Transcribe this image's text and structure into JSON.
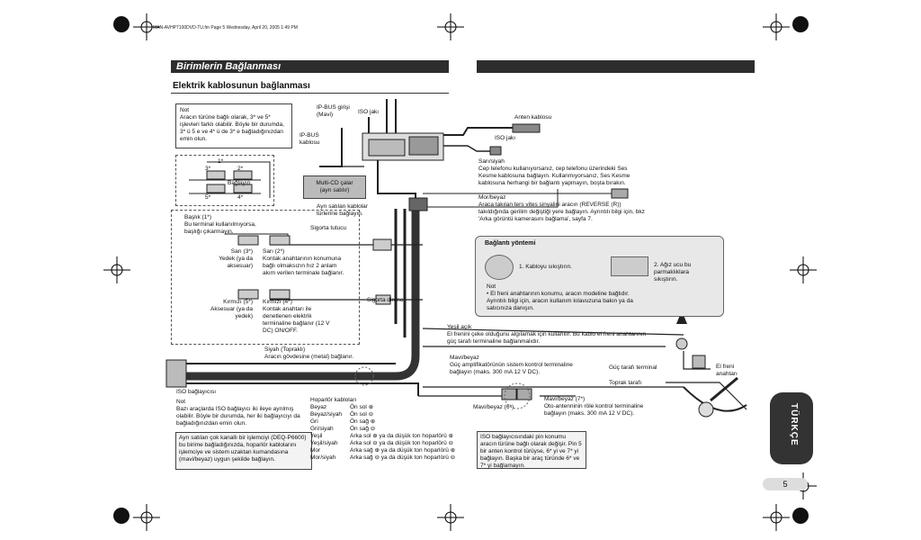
{
  "header": {
    "file_info": "MAN-AVHP7100DVD-TU.fm Page 5 Wednesday, April 20, 2005 1:49 PM"
  },
  "section_title": "Birimlerin Bağlanması",
  "subtitle": "Elektrik kablosunun bağlanması",
  "note_top": {
    "title": "Not",
    "text": "Aracın türüne bağlı olarak, 3* ve 5* işlevleri farklı olabilir. Böyle bir durumda, 3* ü 5 e ve 4* ü de 3* e bağladığınızdan emin olun."
  },
  "labels": {
    "ip_bus_input": "IP-BUS girişi\n(Mavi)",
    "ip_bus_cable": "IP-BUS\nkablosu",
    "iso_jack_top": "ISO jakı",
    "antenna_jack": "Anten kablosu",
    "iso_jack_right": "ISO jakı",
    "multi_cd": "Multi-CD çalar\n(ayrı satılır)",
    "sold_sep": "Ayrı satılan kablolar\ntürlerine bağlayın.",
    "fuse_holder": "Sigorta tutucu",
    "fuse_resistor": "Sigorta direnci",
    "n1": "1*",
    "n2": "2*",
    "n3": "3*",
    "n4": "4*",
    "n5": "5*",
    "connect": "Bağlayın",
    "cap_text": "Başlık (1*)\nBu terminal kullanılmıyorsa, başlığı çıkarmayın.",
    "yellow3": "Sarı (3*)\nYedek (ya da\naksesuar)",
    "yellow2": "Sarı (2*)\nKontak anahtarının konumuna bağlı olmaksızın hız 2 anlam akım verilen terminale bağlanır.",
    "red5": "Kırmızı (5*)\nAksesuar (ya da\nyedek)",
    "red4": "Kırmızı (4*)\nKontak anahtarı ile denetlenen elektrik terminaline bağlanır (12 V DC) ON/OFF.",
    "black": "Siyah (Topraklı)\nAracın gövdesine (metal) bağlanır.",
    "iso_conn": "ISO bağlayıcısı",
    "iso_note": "Not\nBazı araçlarda ISO bağlayıcı iki ileye ayrılmış olabilir. Böyle bir durumda, her iki bağlayıcıyı da bağladığınızdan emin olun.",
    "white_text": "Ayrı satılan çok kanallı bir işlemciyi (DEQ-P6600) bu birime bağladığınızda, hoparlör kablolarını işlemciye ve sistem uzaktan kumandasına (mavi/beyaz) uygun şekilde bağlayın.",
    "lilac": "Sarı/siyah\nCep telefonu kullanıyorsanız, cep telefonu üzerindeki Ses Kesme kablosuna bağlayın. Kullanmıyorsanız, Ses Kesme kablosuna herhangi bir bağlantı yapmayın, boşta bırakın.",
    "violet": "Mor/beyaz\nAraca takılan ters vites sinyalini aracın (REVERSE (R)) takıldığında gerilim değiştiği yere bağlayın. Ayrıntılı bilgi için, bkz 'Arka görüntü kamerasını bağlama', sayfa 7.",
    "conn_method": "Bağlantı yöntemi",
    "step1": "1. Kabloyu sıkıştırın.",
    "step2": "2. Ağız ucu bu parmaklıklara sıkıştırın.",
    "step_note": "Not\n• El freni anahtarının konumu, aracın modeline bağlıdır. Ayrıntılı bilgi için, aracın kullanım kılavuzuna bakın ya da satıcınıza danışın.",
    "light_green": "Yeşil açık\nEl frenini çeke olduğunu algılamak için kullanılır. Bu kablo el freni anahtarının güç tarafı terminaline bağlanmalıdır.",
    "power_side": "Güç tarafı terminal",
    "handbrake": "El freni\nanahtarı",
    "ground_side": "Toprak tarafı",
    "blue_white_text": "Mavi/beyaz\nGüç amplifikatörünün sistem kontrol terminaline bağlayın (maks. 300 mA 12 V DC).",
    "blue_white6": "Mavi/beyaz (6*)",
    "blue_white7": "Mavi/beyaz (7*)\nOto-antenninin röle kontrol terminaline bağlayın (maks. 300 mA 12 V DC).",
    "iso_pos_note": "ISO bağlayıcısındaki pin konumu aracın türüne bağlı olarak değişir. Pin 5 bir anten kontrol türüyse, 6* yi ve 7* yi bağlayın. Başka bir araç türünde 6* ve 7* yi bağlamayın."
  },
  "speaker_table": {
    "header": "Hoparlör kabloları",
    "rows": [
      {
        "color": "Beyaz",
        "desc": "Ön sol ⊕"
      },
      {
        "color": "Beyaz/siyah",
        "desc": "Ön sol ⊖"
      },
      {
        "color": "Gri",
        "desc": "Ön sağ ⊕"
      },
      {
        "color": "Gri/siyah",
        "desc": "Ön sağ ⊖"
      },
      {
        "color": "Yeşil",
        "desc": "Arka sol ⊕ ya da düşük ton hoparlörü ⊕"
      },
      {
        "color": "Yeşil/siyah",
        "desc": "Arka sol ⊖ ya da düşük ton hoparlörü ⊖"
      },
      {
        "color": "Mor",
        "desc": "Arka sağ ⊕ ya da düşük ton hoparlörü ⊕"
      },
      {
        "color": "Mor/siyah",
        "desc": "Arka sağ ⊖ ya da düşük ton hoparlörü ⊖"
      }
    ]
  },
  "side_tab": "TÜRKÇE",
  "page_number": "5"
}
